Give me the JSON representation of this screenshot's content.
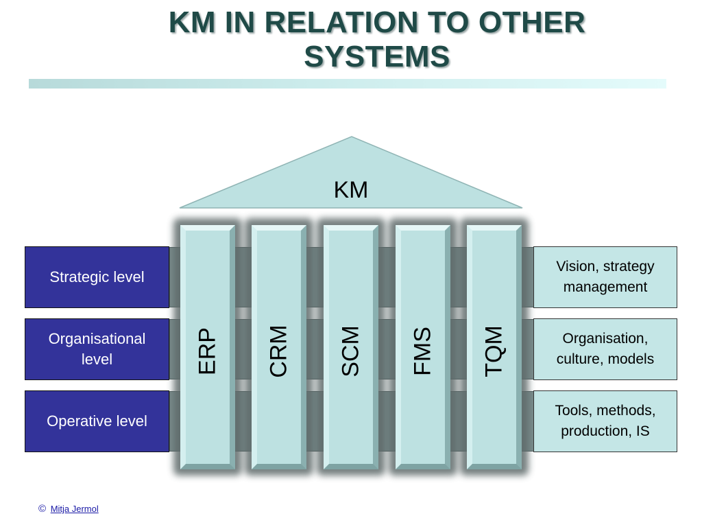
{
  "title": {
    "line1": "KM IN RELATION TO OTHER",
    "line2": "SYSTEMS"
  },
  "roof": {
    "label": "KM"
  },
  "levels": [
    {
      "label": "Strategic level",
      "description_line1": "Vision, strategy",
      "description_line2": "management"
    },
    {
      "label_line1": "Organisational",
      "label_line2": "level",
      "description_line1": "Organisation,",
      "description_line2": "culture, models"
    },
    {
      "label": "Operative level",
      "description_line1": "Tools, methods,",
      "description_line2": "production, IS"
    }
  ],
  "pillars": [
    "ERP",
    "CRM",
    "SCM",
    "FMS",
    "TQM"
  ],
  "footer": {
    "symbol": "©",
    "author": "Mitja Jermol"
  },
  "colors": {
    "title": "#1f4a47",
    "level_box": "#33339a",
    "description_box": "#c4e6e6",
    "pillar": "#bde1e1",
    "band": "#798b8b"
  }
}
